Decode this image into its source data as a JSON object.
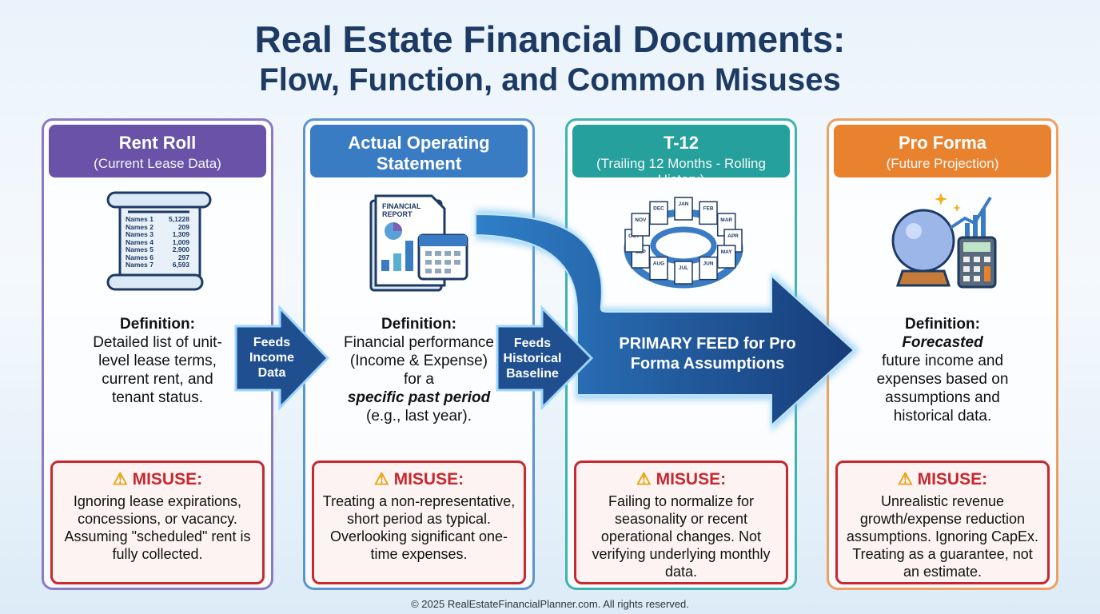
{
  "title": {
    "line1": "Real Estate Financial Documents:",
    "line2": "Flow, Function, and Common Misuses"
  },
  "colors": {
    "rent_roll": "#6a52a8",
    "actual": "#3a7cc4",
    "t12": "#25a09c",
    "pro_forma": "#e8822e",
    "misuse": "#c8282e",
    "title": "#1d3a63"
  },
  "cards": [
    {
      "title": "Rent Roll",
      "subtitle": "(Current Lease Data)",
      "icon": "scroll-icon",
      "def_label": "Definition:",
      "def_text": "Detailed list of unit-level lease terms, current rent, and tenant status.",
      "misuse_label": "MISUSE:",
      "misuse_text": "Ignoring lease expirations, concessions, or vacancy. Assuming \"scheduled\" rent is fully collected.",
      "scroll_rows": [
        [
          "Names 1",
          "5,1228"
        ],
        [
          "Names 2",
          "209"
        ],
        [
          "Names 3",
          "1,309"
        ],
        [
          "Names 4",
          "1,009"
        ],
        [
          "Names 5",
          "2,900"
        ],
        [
          "Names 6",
          "297"
        ],
        [
          "Names 7",
          "6,593"
        ]
      ]
    },
    {
      "title": "Actual Operating Statement",
      "subtitle": "(Historical Snapshot)",
      "icon": "financial-report-icon",
      "icon_text": "FINANCIAL REPORT",
      "def_label": "Definition:",
      "def_pre": "Financial performance (Income & Expense) for a",
      "def_em": "specific past period",
      "def_post": "(e.g., last year).",
      "misuse_label": "MISUSE:",
      "misuse_text": "Treating a non-representative, short period as typical. Overlooking significant one-time expenses."
    },
    {
      "title": "T-12",
      "subtitle": "(Trailing 12 Months - Rolling History)",
      "icon": "rolling-months-icon",
      "months": [
        "JAN",
        "FEB",
        "MAR",
        "APR",
        "MAY",
        "JUN",
        "JUL",
        "AUG",
        "SEP",
        "OCT",
        "NOV",
        "DEC"
      ],
      "misuse_label": "MISUSE:",
      "misuse_text": "Failing to normalize for seasonality or recent operational changes. Not verifying underlying monthly data."
    },
    {
      "title": "Pro Forma",
      "subtitle": "(Future Projection)",
      "icon": "crystal-ball-calculator-icon",
      "def_label": "Definition:",
      "def_em": "Forecasted",
      "def_post": "future income and expenses based on assumptions and historical data.",
      "misuse_label": "MISUSE:",
      "misuse_text": "Unrealistic revenue growth/expense reduction assumptions. Ignoring CapEx. Treating as a guarantee, not an estimate."
    }
  ],
  "arrows": {
    "feed1": "Feeds Income Data",
    "feed2": "Feeds Historical Baseline",
    "primary": "PRIMARY FEED for Pro Forma Assumptions"
  },
  "footer": "© 2025 RealEstateFinancialPlanner.com. All rights reserved."
}
